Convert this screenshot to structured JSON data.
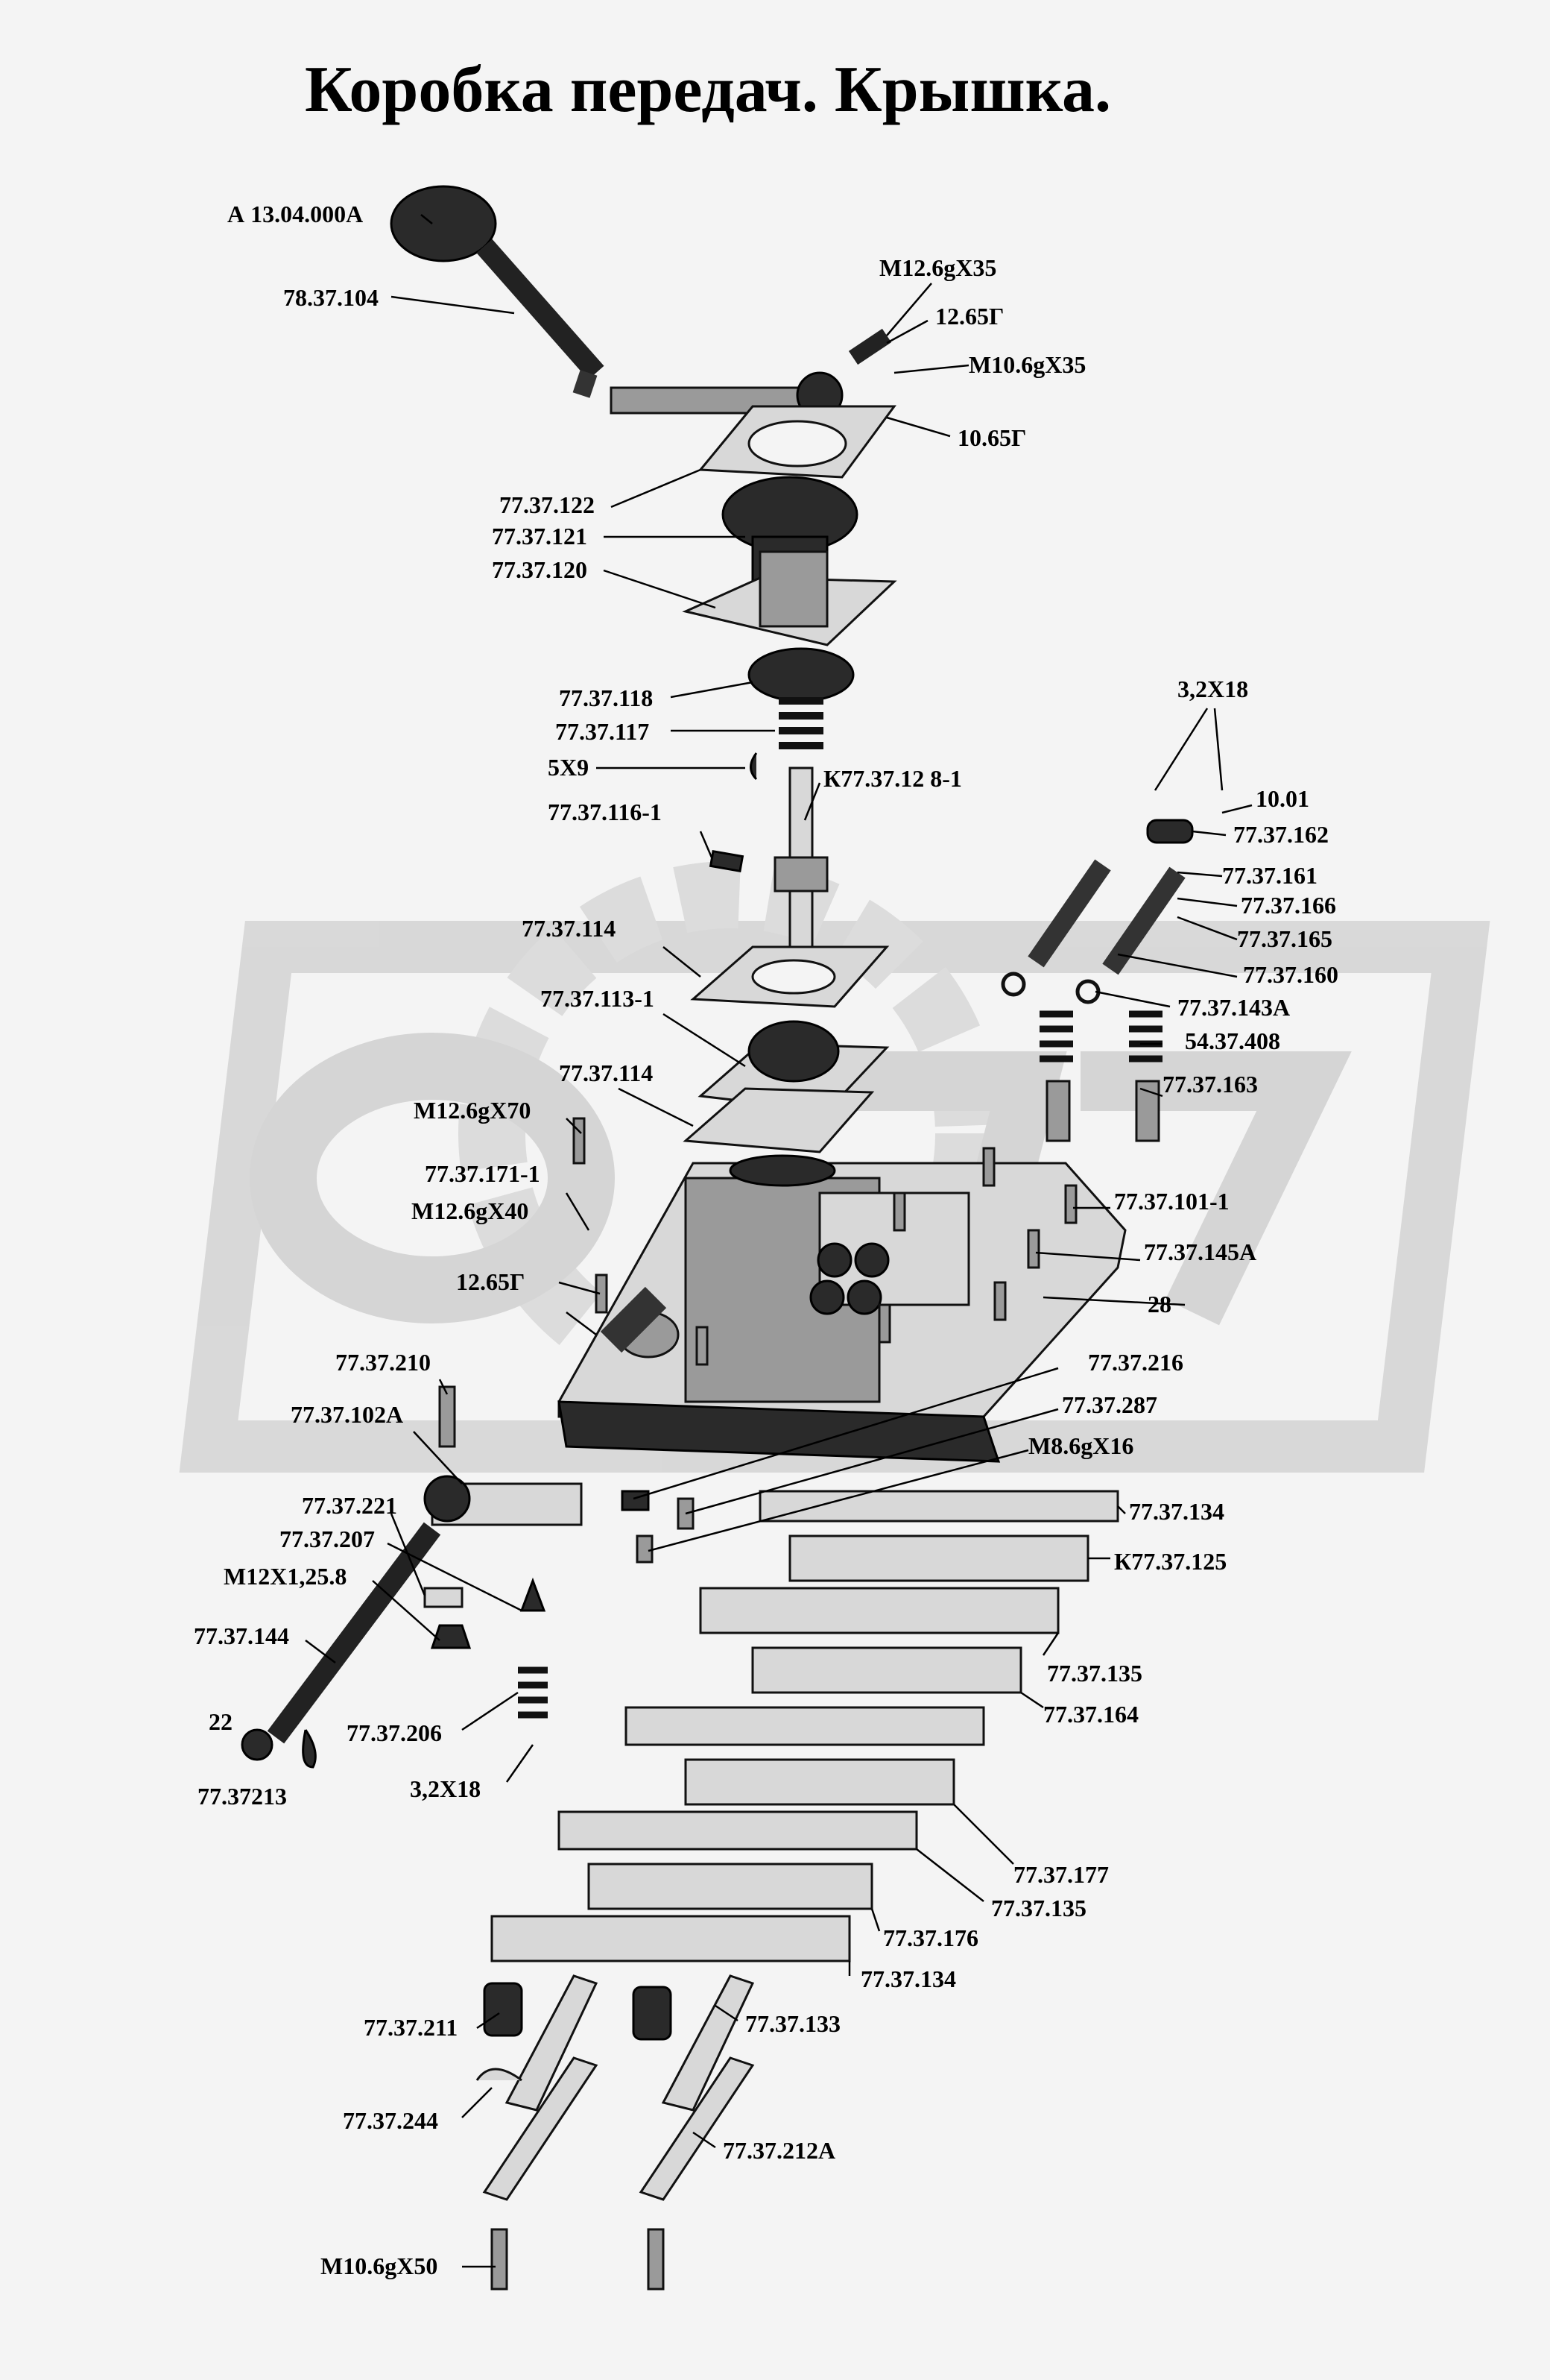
{
  "title": "Коробка передач. Крышка.",
  "watermark": {
    "color": "#d0d0d0"
  },
  "labels": [
    "А 13.04.000А",
    "78.37.104",
    "М12.6gX35",
    "12.65Г",
    "М10.6gX35",
    "10.65Г",
    "77.37.122",
    "77.37.121",
    "77.37.120",
    "77.37.118",
    "77.37.117",
    "5X9",
    "К77.37.12 8-1",
    "3,2X18",
    "10.01",
    "77.37.162",
    "77.37.161",
    "77.37.166",
    "77.37.165",
    "77.37.160",
    "77.37.116-1",
    "77.37.114",
    "77.37.113-1",
    "77.37.143А",
    "54.37.408",
    "77.37.114",
    "77.37.163",
    "М12.6gX70",
    "77.37.171-1",
    "М12.6gX40",
    "77.37.101-1",
    "77.37.145А",
    "12.65Г",
    "28",
    "77.37.210",
    "77.37.216",
    "77.37.287",
    "77.37.102А",
    "М8.6gX16",
    "77.37.221",
    "77.37.134",
    "77.37.207",
    "К77.37.125",
    "М12X1,25.8",
    "77.37.144",
    "77.37.135",
    "22",
    "77.37.206",
    "77.37.164",
    "77.37213",
    "3,2X18",
    "77.37.177",
    "77.37.135",
    "77.37.176",
    "77.37.134",
    "77.37.211",
    "77.37.133",
    "77.37.244",
    "77.37.212А",
    "М10.6gX50"
  ]
}
